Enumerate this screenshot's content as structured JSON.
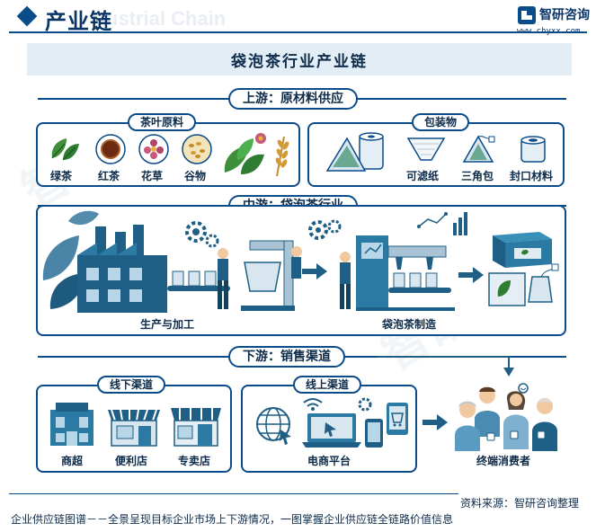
{
  "header": {
    "title": "产业链",
    "title_bg": "ustrial Chain",
    "brand": "智研咨询",
    "url": "www.chyxx.com"
  },
  "main_title": "袋泡茶行业产业链",
  "upstream": {
    "header": "上游：原材料供应",
    "tea": {
      "tag": "茶叶原料",
      "items": [
        "绿茶",
        "红茶",
        "花草",
        "谷物"
      ]
    },
    "packaging": {
      "tag": "包装物",
      "items": [
        "可滤纸",
        "三角包",
        "封口材料"
      ]
    }
  },
  "midstream": {
    "header": "中游：袋泡茶行业",
    "left_label": "生产与加工",
    "right_label": "袋泡茶制造"
  },
  "downstream": {
    "header": "下游：销售渠道",
    "offline": {
      "tag": "线下渠道",
      "items": [
        "商超",
        "便利店",
        "专卖店"
      ]
    },
    "online": {
      "tag": "线上渠道",
      "label": "电商平台"
    },
    "consumer": "终端消费者"
  },
  "source": "资料来源：智研咨询整理",
  "footer": "企业供应链图谱－－全景呈现目标企业市场上下游情况，一图掌握企业供应链全链路价值信息",
  "colors": {
    "primary": "#0a4b8a",
    "accent_teal": "#2a8aa8",
    "light_band": "#e3edf5",
    "tea_green": "#2e7d32"
  }
}
